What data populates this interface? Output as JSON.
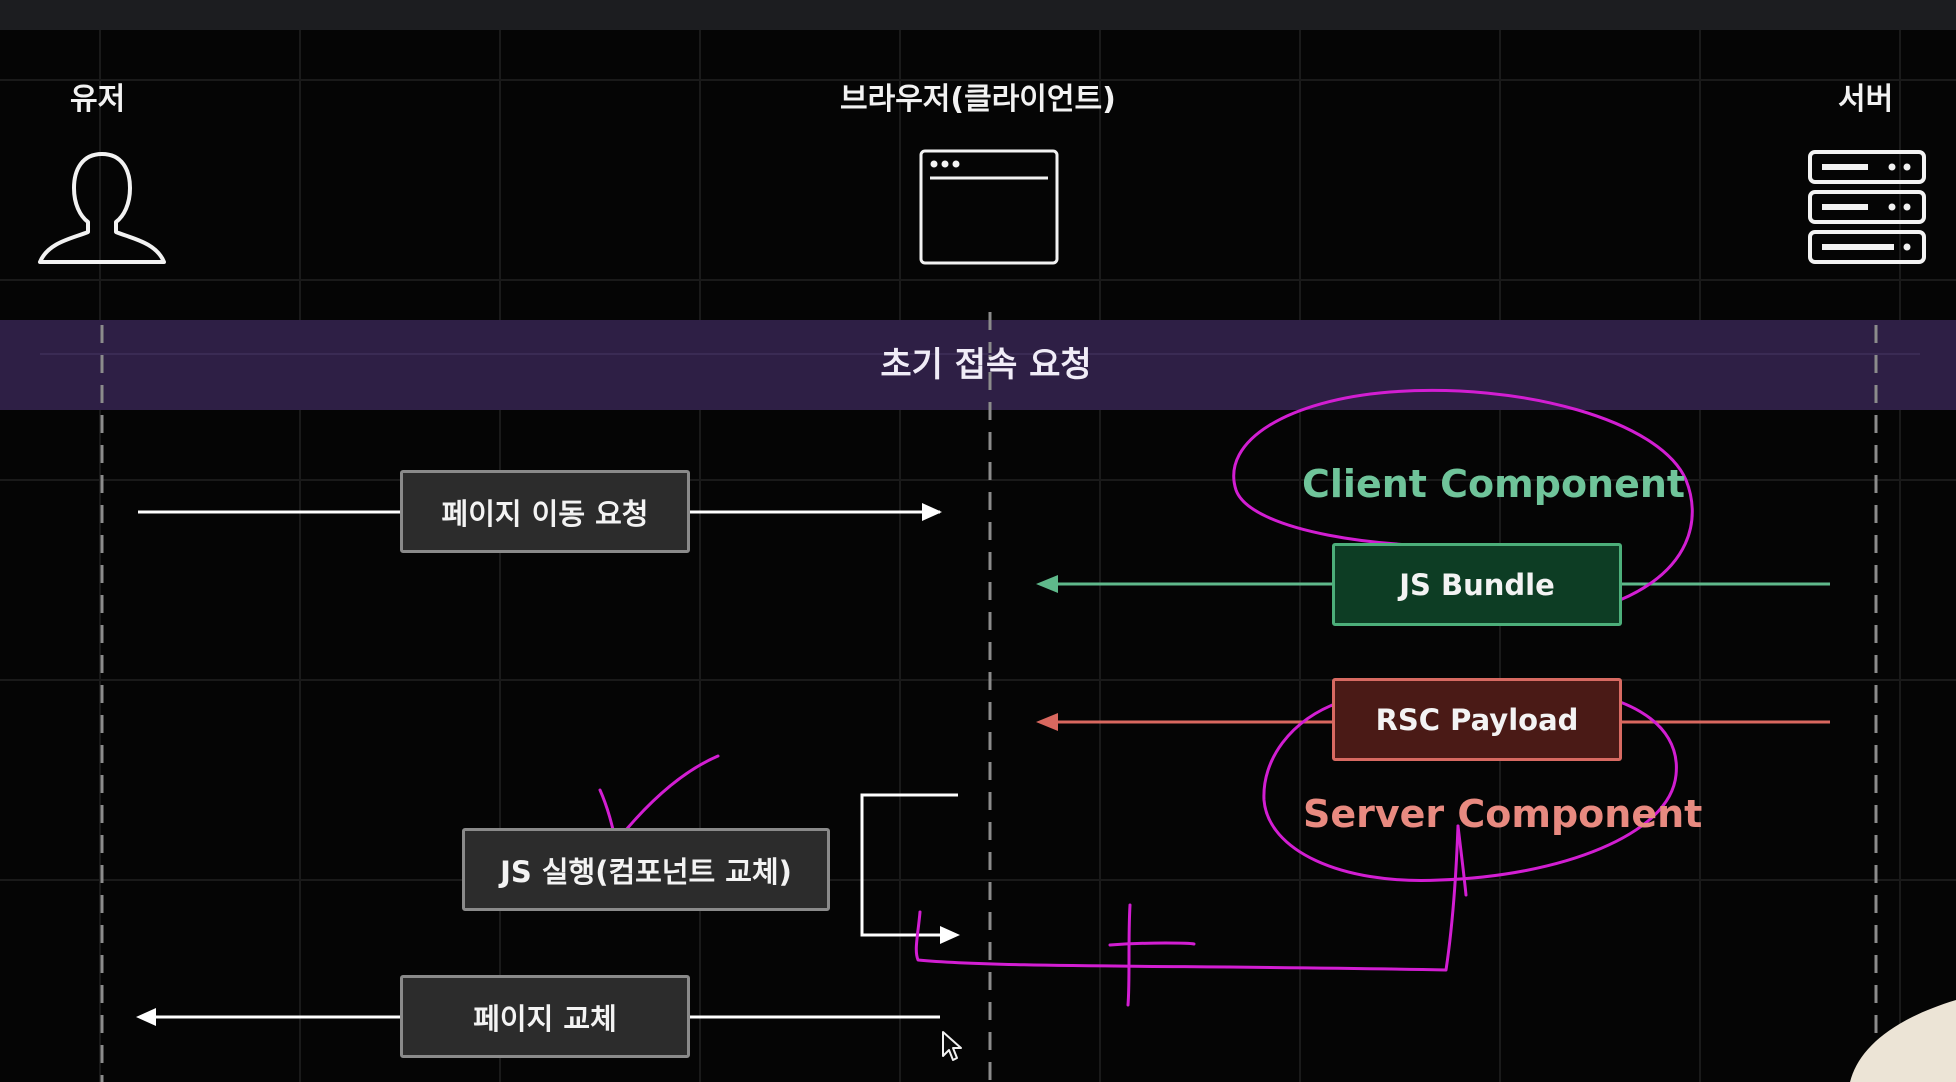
{
  "actors": {
    "user": {
      "label": "유저",
      "icon": "user-silhouette-icon"
    },
    "browser": {
      "label": "브라우저(클라이언트)",
      "icon": "browser-window-icon"
    },
    "server": {
      "label": "서버",
      "icon": "server-rack-icon"
    }
  },
  "phase": {
    "label": "초기 접속 요청"
  },
  "messages": {
    "page_nav_request": "페이지 이동 요청",
    "js_bundle": "JS Bundle",
    "rsc_payload": "RSC Payload",
    "js_execute": "JS 실행(컴포넌트 교체)",
    "page_replace": "페이지 교체"
  },
  "components": {
    "client": "Client Component",
    "server": "Server Component"
  },
  "colors": {
    "background": "#050505",
    "phase_band": "#2e1f45",
    "client_green": "#6fc49a",
    "server_red": "#e88a80",
    "annotation_magenta": "#d21ed2"
  }
}
